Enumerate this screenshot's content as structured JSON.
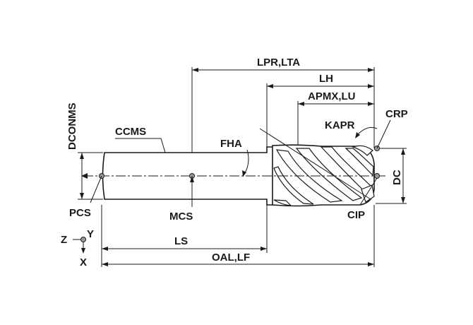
{
  "labels": {
    "lpr_lta": "LPR,LTA",
    "lh": "LH",
    "apmx_lu": "APMX,LU",
    "dconms": "DCONMS",
    "ccms": "CCMS",
    "fha": "FHA",
    "kapr": "KAPR",
    "crp": "CRP",
    "dc": "DC",
    "pcs": "PCS",
    "mcs": "MCS",
    "cip": "CIP",
    "ls": "LS",
    "oal_lf": "OAL,LF"
  },
  "axes": {
    "z": "Z",
    "y": "Y",
    "x": "X"
  }
}
